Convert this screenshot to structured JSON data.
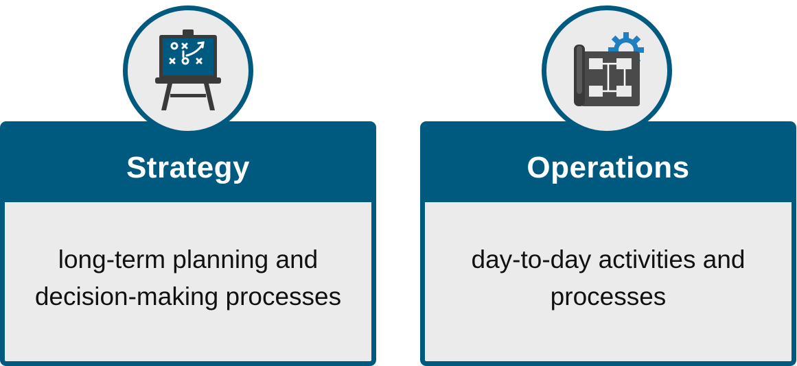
{
  "cards": [
    {
      "title": "Strategy",
      "description": "long-term planning and decision-making processes",
      "icon": "whiteboard-play-diagram-icon"
    },
    {
      "title": "Operations",
      "description": "day-to-day activities and processes",
      "icon": "blueprint-gear-icon"
    }
  ],
  "colors": {
    "primary": "#005a7f",
    "panel": "#ebebeb",
    "icon_dark": "#3a3a3a",
    "icon_blue": "#1f7fbf",
    "text": "#111111"
  }
}
